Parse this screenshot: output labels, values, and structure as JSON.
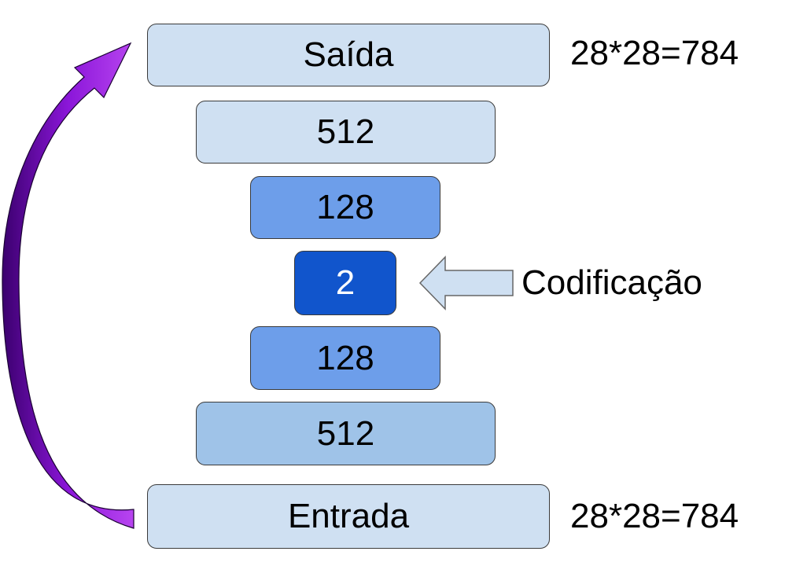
{
  "layers": {
    "output": {
      "label": "Saída",
      "size_text": "28*28=784",
      "color": "#cfe0f2"
    },
    "dec_512": {
      "label": "512",
      "color": "#cfe0f2"
    },
    "dec_128": {
      "label": "128",
      "color": "#6d9eea"
    },
    "code": {
      "label": "2",
      "color": "#1155cc",
      "text_color": "#ffffff"
    },
    "enc_128": {
      "label": "128",
      "color": "#6d9eea"
    },
    "enc_512": {
      "label": "512",
      "color": "#9fc3e8"
    },
    "input": {
      "label": "Entrada",
      "size_text": "28*28=784",
      "color": "#cfe0f2"
    }
  },
  "code_annotation": {
    "label": "Codificação"
  },
  "arrows": {
    "reconstruction_arrow_color": "#8b16d9",
    "code_pointer_color": "#cfe0f2"
  }
}
